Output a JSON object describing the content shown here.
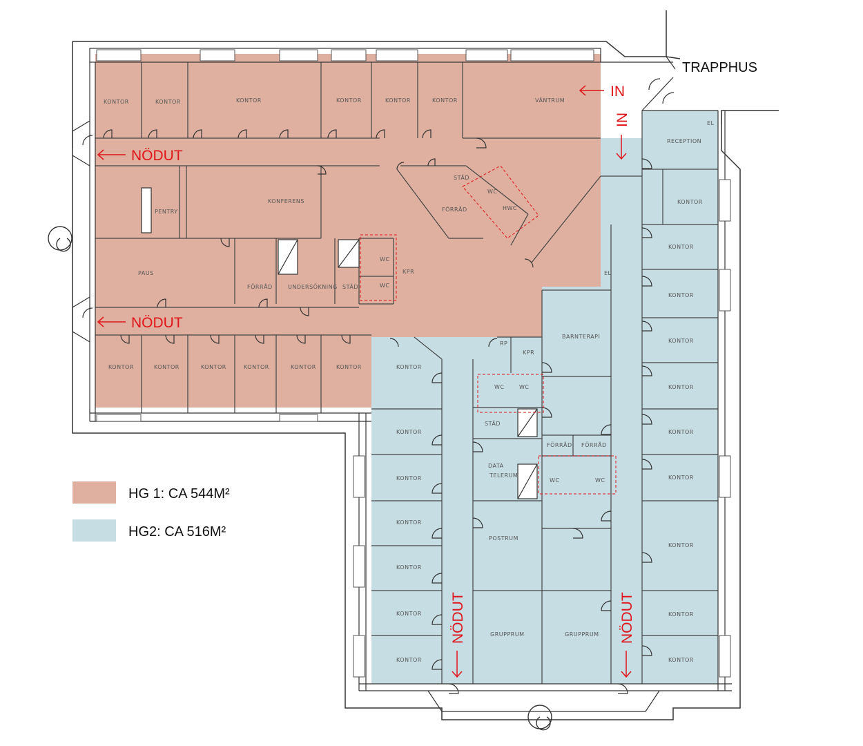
{
  "colors": {
    "hg1": "#dfb09f",
    "hg2": "#c6dde3",
    "wall": "#333333",
    "exit": "#e0141a"
  },
  "labels": {
    "trapphus": "TRAPPHUS",
    "in_1": "IN",
    "in_2": "IN",
    "nodut_1": "NÖDUT",
    "nodut_2": "NÖDUT",
    "nodut_3": "NÖDUT",
    "nodut_4": "NÖDUT"
  },
  "legend": {
    "hg1": "HG 1: CA 544M²",
    "hg2": "HG2: CA 516M²"
  },
  "rooms": {
    "kontor": "KONTOR",
    "vantrum": "VÄNTRUM",
    "konferens": "KONFERENS",
    "pentry": "PENTRY",
    "paus": "PAUS",
    "forrad": "FÖRRÅD",
    "undersokning": "UNDERSÖKNING",
    "stad": "STÄD",
    "wc": "WC",
    "hwc": "HWC",
    "kpr": "KPR",
    "reception": "RECEPTION",
    "barnterapi": "BARNTERAPI",
    "datatele_1": "DATA",
    "datatele_2": "TELERUM",
    "postrum": "POSTRUM",
    "grupprum": "GRUPPRUM",
    "el": "EL",
    "rp": "RP"
  }
}
